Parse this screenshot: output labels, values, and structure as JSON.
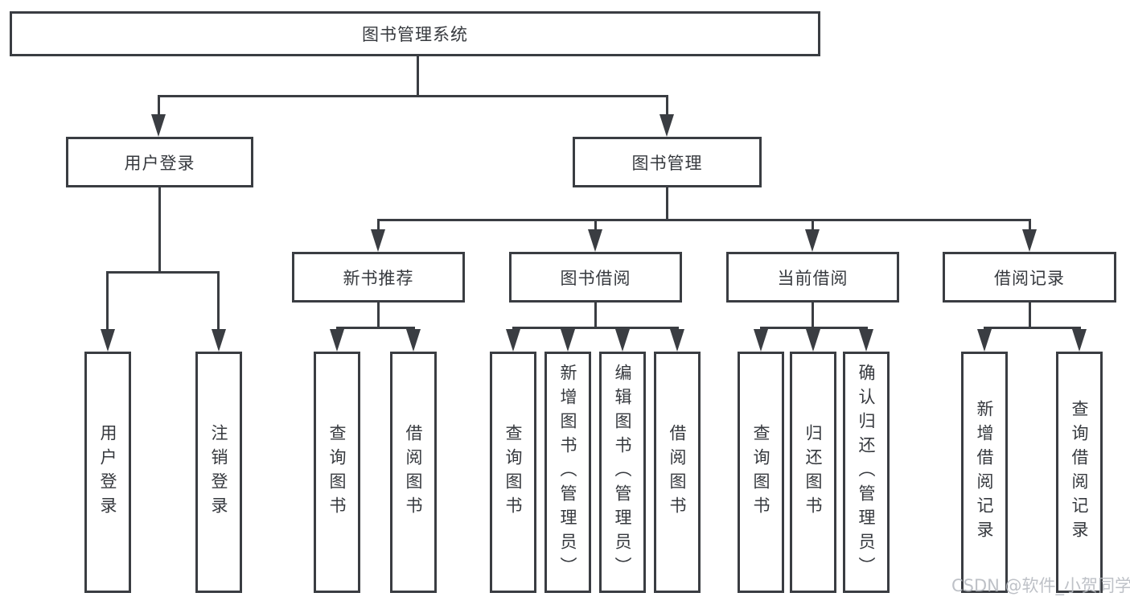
{
  "tree": {
    "label": "图书管理系统",
    "children": [
      {
        "label": "用户登录",
        "children": [
          {
            "label": "用户登录"
          },
          {
            "label": "注销登录"
          }
        ]
      },
      {
        "label": "图书管理",
        "children": [
          {
            "label": "新书推荐",
            "children": [
              {
                "label": "查询图书"
              },
              {
                "label": "借阅图书"
              }
            ]
          },
          {
            "label": "图书借阅",
            "children": [
              {
                "label": "查询图书"
              },
              {
                "label": "新增图书（管理员）"
              },
              {
                "label": "编辑图书（管理员）"
              },
              {
                "label": "借阅图书"
              }
            ]
          },
          {
            "label": "当前借阅",
            "children": [
              {
                "label": "查询图书"
              },
              {
                "label": "归还图书"
              },
              {
                "label": "确认归还（管理员）"
              }
            ]
          },
          {
            "label": "借阅记录",
            "children": [
              {
                "label": "新增借阅记录"
              },
              {
                "label": "查询借阅记录"
              }
            ]
          }
        ]
      }
    ]
  },
  "watermark": {
    "text": "CSDN @软件_小贺同学"
  },
  "colors": {
    "line": "#3a3d42",
    "text": "#36393e",
    "watermark": "#b7bbc1",
    "background": "#ffffff"
  }
}
